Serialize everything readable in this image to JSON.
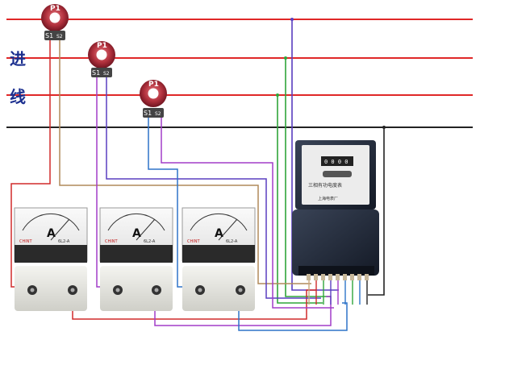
{
  "incoming_label": [
    "进",
    "线"
  ],
  "ct_labels": {
    "primary": "P1",
    "s1": "S1",
    "s2": "S2"
  },
  "ammeter": {
    "unit": "A",
    "brand": "CHINT",
    "model": "6L2-A"
  },
  "meter": {
    "title": "三相有功电度表",
    "reading": "0 0 0 0",
    "maker": "上海电表厂"
  },
  "wire_colors": {
    "phase": "#e02828",
    "neutral": "#222222",
    "red": "#d02a2a",
    "purple": "#a23dc8",
    "blue": "#2e74c9",
    "green": "#2fa53a",
    "violet": "#5a3ec0",
    "tan": "#b08a5a"
  }
}
